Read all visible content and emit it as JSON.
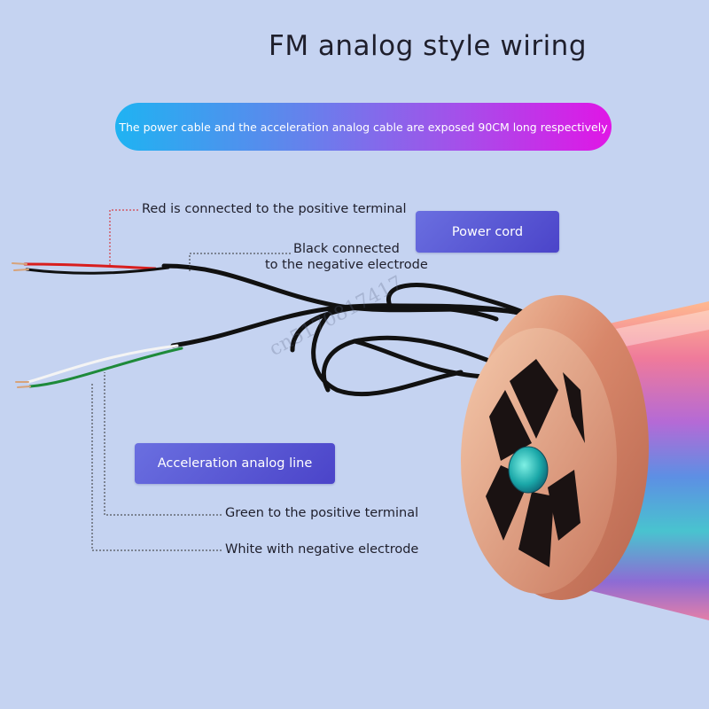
{
  "title": "FM analog style wiring",
  "banner": "The power cable and the acceleration analog cable are exposed 90CM long respectively",
  "labels": {
    "power_cord": "Power cord",
    "acceleration_line": "Acceleration analog line",
    "red": "Red is connected to the positive terminal",
    "black_line1": "Black connected",
    "black_line2": "to the negative electrode",
    "green": "Green to the positive terminal",
    "white": "White with negative electrode"
  },
  "watermark": "cn5170817417",
  "colors": {
    "background": "#c5d3f1",
    "banner_start": "#1fb3f2",
    "banner_end": "#e016e6",
    "pill": "#5a58d6",
    "wire_red": "#d81e1e",
    "wire_black": "#111111",
    "wire_green": "#1e8a3a",
    "wire_white": "#f4f4f4",
    "copper": "#d99272"
  }
}
